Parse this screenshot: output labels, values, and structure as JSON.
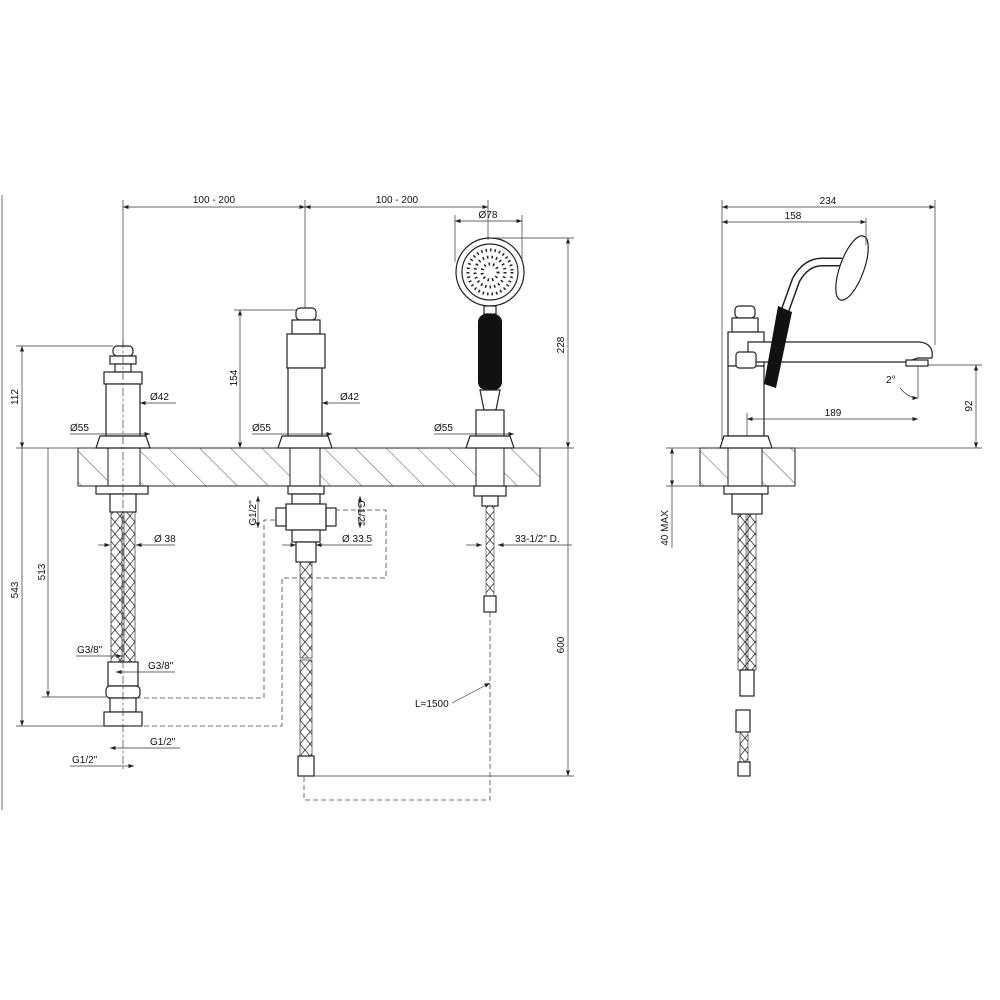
{
  "front_view": {
    "spacing_left": "100 - 200",
    "spacing_right": "100 - 200",
    "shower_head_diameter": "Ø78",
    "shower_height": "228",
    "left_valve_height": "112",
    "mid_valve_height": "154",
    "left_valve_body_diameter": "Ø42",
    "mid_valve_body_diameter": "Ø42",
    "left_base_diameter": "Ø55",
    "mid_base_diameter": "Ø55",
    "shower_base_diameter": "Ø55",
    "left_total_length": "543",
    "left_connection_length": "513",
    "left_shank_diameter": "Ø 38",
    "mid_shank_diameter": "Ø 33.5",
    "mid_outlet_left": "G1/2\"",
    "mid_outlet_right": "G1/2\"",
    "left_thread_a": "G3/8\"",
    "left_thread_b": "G3/8\"",
    "left_connector_a": "G1/2\"",
    "left_connector_b": "G1/2\"",
    "shower_hose_thread": "33-1/2\" D.",
    "shower_total_length": "600",
    "hose_length": "L=1500"
  },
  "side_view": {
    "overall_width": "234",
    "shower_reach": "158",
    "spout_angle": "2°",
    "spout_reach": "189",
    "spout_height": "92",
    "deck_thickness": "40 MAX"
  },
  "colors": {
    "line": "#222222",
    "handle": "#111111"
  }
}
